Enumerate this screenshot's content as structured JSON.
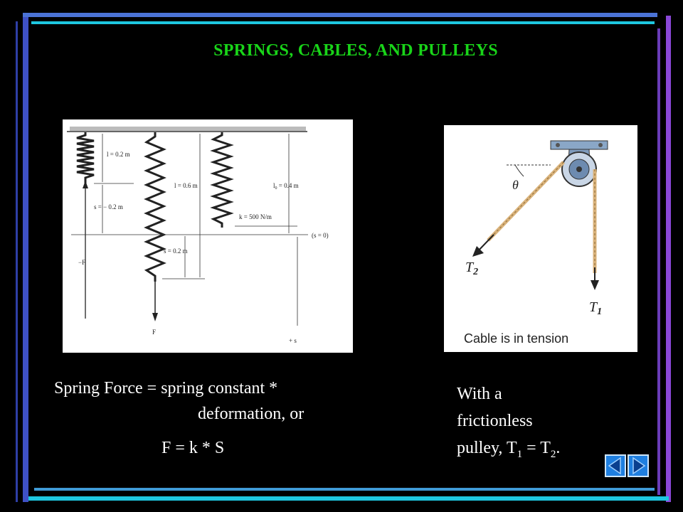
{
  "slide": {
    "title": "SPRINGS, CABLES, AND PULLEYS",
    "colors": {
      "title": "#19d419",
      "frame_left": "#3f51c6",
      "frame_right": "#8a48d8",
      "frame_top": "#4b73d6",
      "frame_bottom": "#1ec7e0",
      "nav_button": "#1f7fe0"
    }
  },
  "spring_figure": {
    "labels": {
      "l1": "l = 0.2 m",
      "s1": "s = − 0.2 m",
      "minus_f": "−F",
      "l2": "l = 0.6 m",
      "s2": "s = 0.2 m",
      "f": "F",
      "l0": "l",
      "l0_sub": "0",
      "l0_val": " = 0.4 m",
      "k": "k = 500 N/m",
      "s0": "(s = 0)",
      "plus_s": "+ s"
    }
  },
  "pulley_figure": {
    "theta": "θ",
    "t2": "T",
    "t2_sub": "2",
    "t1": "T",
    "t1_sub": "1",
    "caption": "Cable is in tension"
  },
  "text": {
    "spring_line1": "Spring Force = spring constant  *",
    "spring_line2": "deformation, or",
    "formula": "F = k *  S",
    "pulley_line1": "With a",
    "pulley_line2": "frictionless",
    "pulley_line3_a": "pulley, T",
    "pulley_line3_sub1": "1",
    "pulley_line3_b": " = T",
    "pulley_line3_sub2": "2",
    "pulley_line3_c": "."
  },
  "nav": {
    "back_icon": "triangle-left-icon",
    "forward_icon": "triangle-right-icon"
  }
}
